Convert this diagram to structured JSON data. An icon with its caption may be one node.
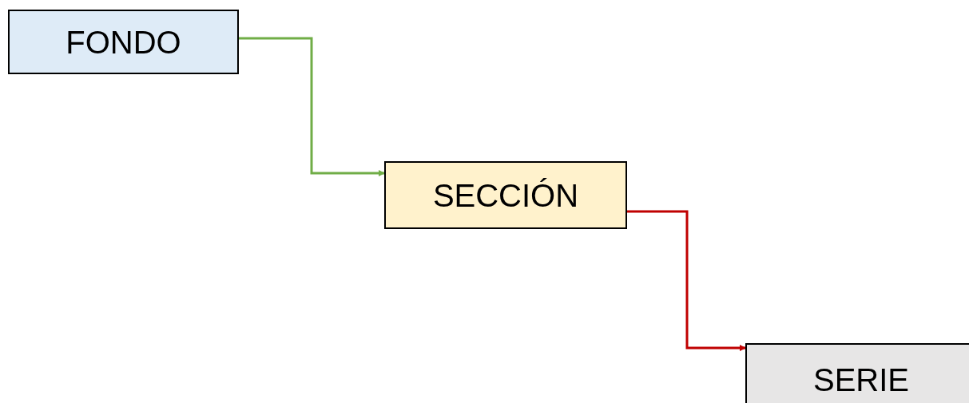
{
  "diagram": {
    "nodes": [
      {
        "text": [
          "FONDO"
        ]
      },
      {
        "text": [
          "SECCIÓN"
        ]
      },
      {
        "text": [
          "SERIE"
        ]
      }
    ],
    "edges": [
      {
        "from": 0,
        "to": 1,
        "arrow": "to",
        "color": "#70ad47"
      },
      {
        "from": 1,
        "to": 2,
        "arrow": "to",
        "color": "#c00000"
      }
    ]
  }
}
